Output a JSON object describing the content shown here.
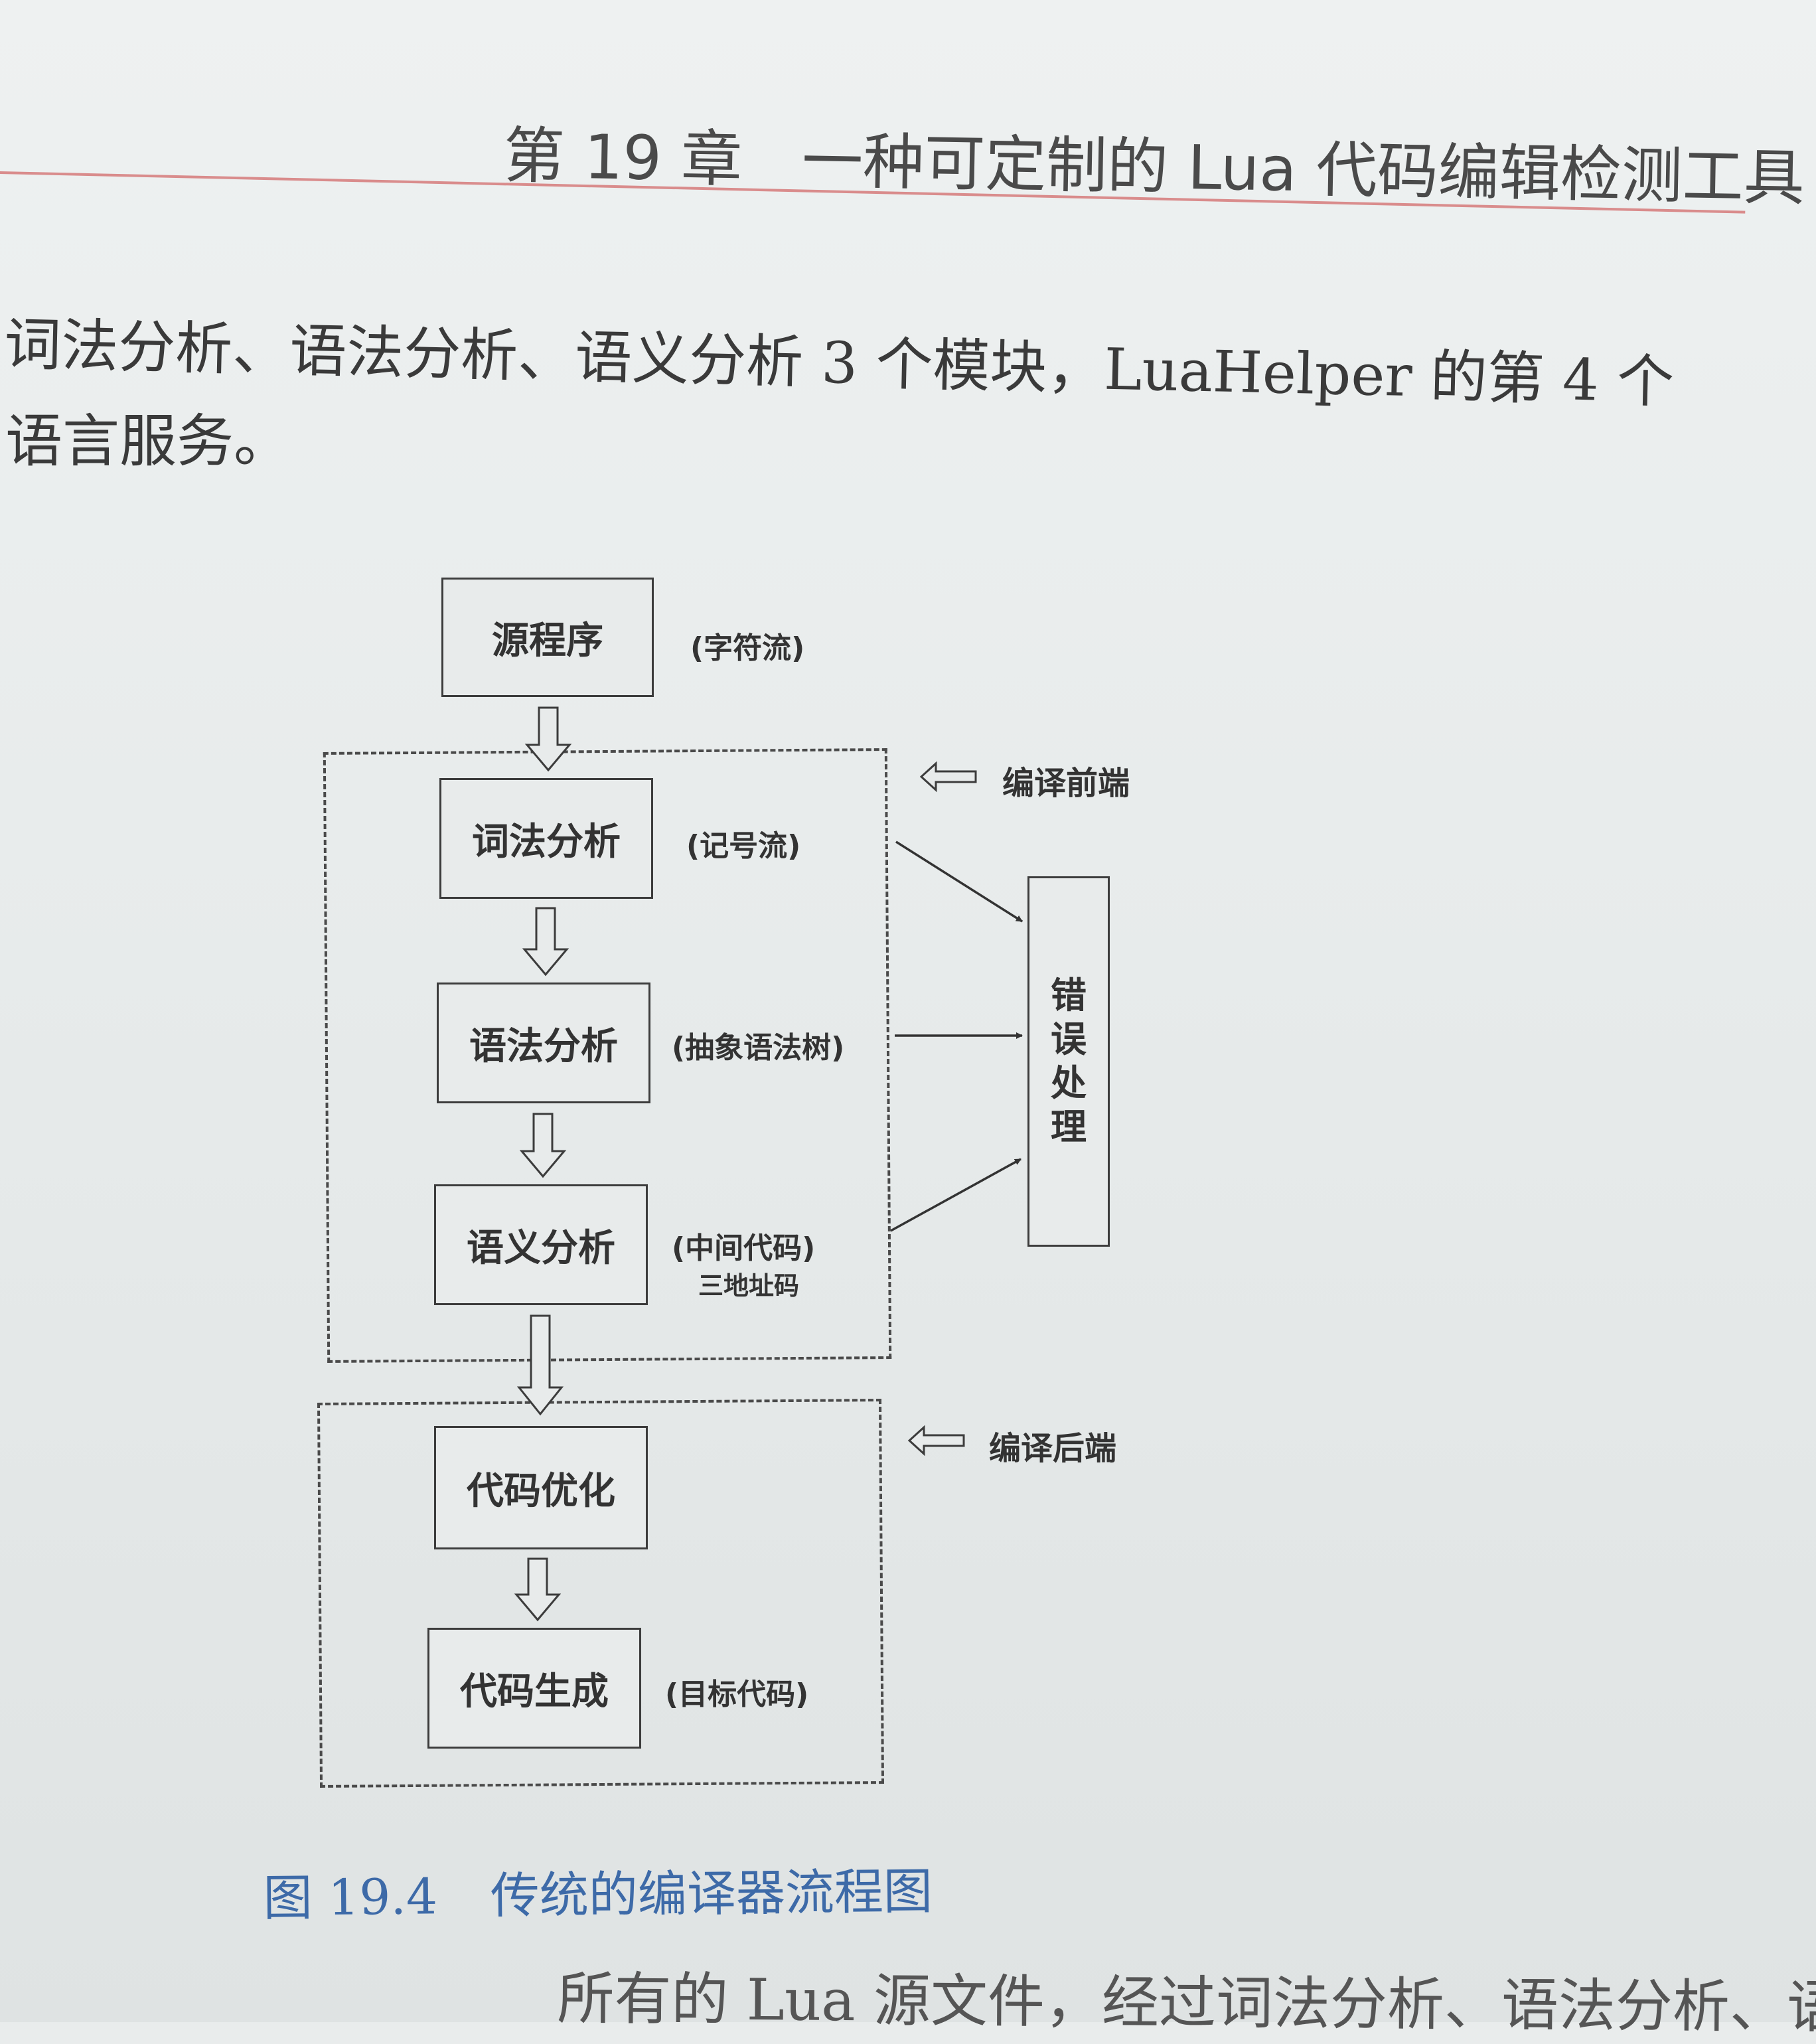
{
  "header": {
    "chapter": "第 19 章",
    "title": "一种可定制的 Lua 代码编辑检测工具"
  },
  "body": {
    "line1": "词法分析、语法分析、语义分析 3 个模块，LuaHelper 的第 4 个",
    "line2": "语言服务。",
    "line3": "所有的 Lua 源文件，经过词法分析、语法分析、语"
  },
  "diagram": {
    "source": {
      "label": "源程序",
      "note": "(字符流)"
    },
    "lexer": {
      "label": "词法分析",
      "note": "(记号流)"
    },
    "parser": {
      "label": "语法分析",
      "note": "(抽象语法树)"
    },
    "semantic": {
      "label": "语义分析",
      "note": "(中间代码)",
      "note2": "三地址码"
    },
    "optimize": {
      "label": "代码优化"
    },
    "codegen": {
      "label": "代码生成",
      "note": "(目标代码)"
    },
    "frontend_label": "编译前端",
    "backend_label": "编译后端",
    "error": {
      "c1": "错",
      "c2": "误",
      "c3": "处",
      "c4": "理"
    }
  },
  "caption": {
    "number": "图 19.4",
    "text": "传统的编译器流程图"
  }
}
